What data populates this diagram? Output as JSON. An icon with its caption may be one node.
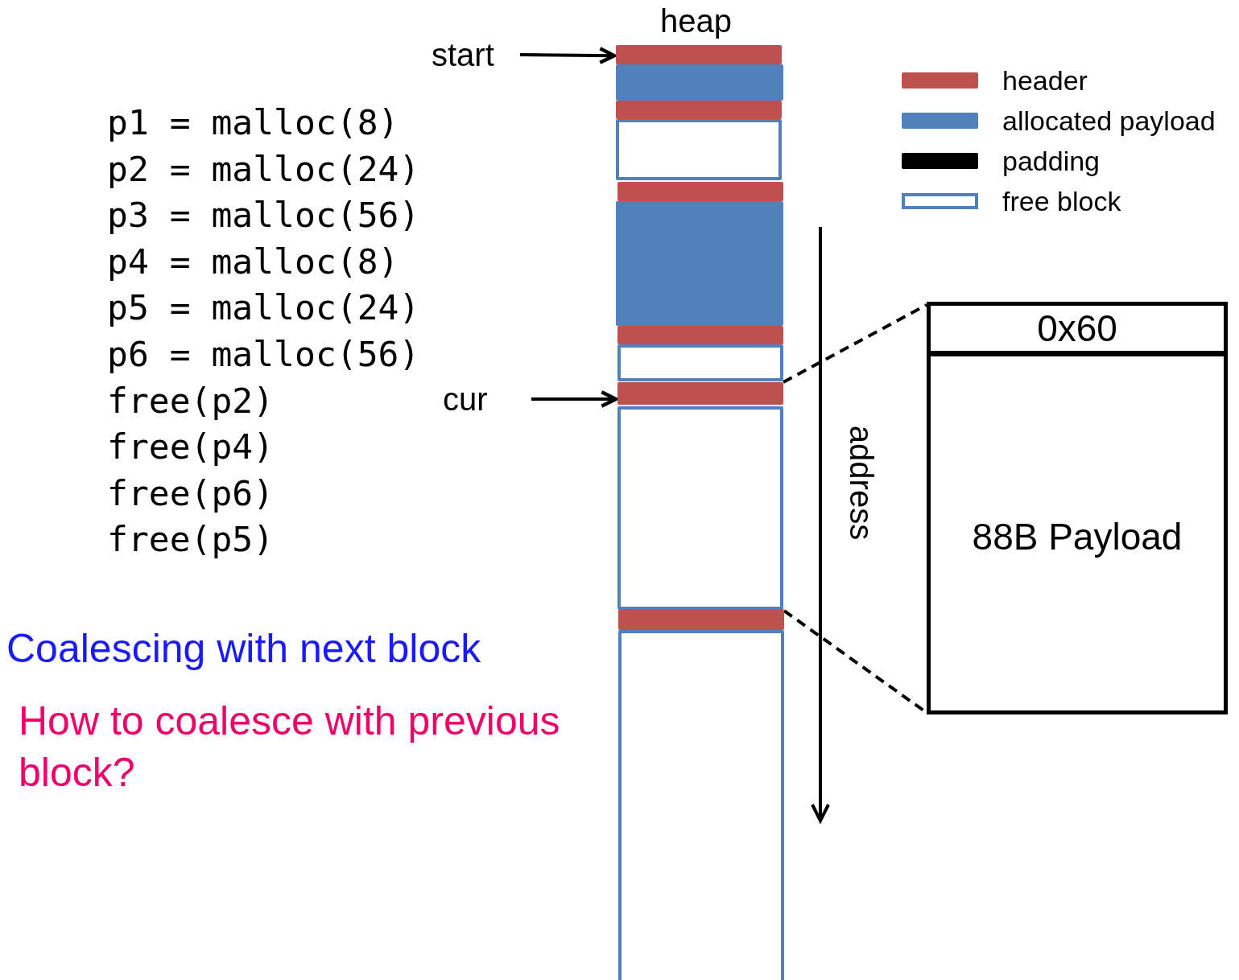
{
  "diagram": {
    "nodes": [
      {
        "text": [
          "start"
        ]
      },
      {
        "text": [
          "cur"
        ]
      },
      {
        "text": [],
        "shape": "bar"
      },
      {
        "text": [],
        "shape": "bar"
      },
      {
        "text": [],
        "shape": "bar"
      },
      {
        "text": [],
        "shape": "box"
      },
      {
        "text": [],
        "shape": "bar"
      },
      {
        "text": [],
        "shape": "bar"
      },
      {
        "text": [],
        "shape": "bar"
      },
      {
        "text": [],
        "shape": "box"
      },
      {
        "text": [],
        "shape": "bar"
      },
      {
        "text": [],
        "shape": "box"
      },
      {
        "text": [],
        "shape": "bar"
      },
      {
        "text": [],
        "shape": "box"
      },
      {
        "text": [
          "0x60"
        ]
      },
      {
        "text": [
          "88B Payload"
        ]
      }
    ],
    "edges": [
      {
        "from": 0,
        "to": 2,
        "arrow": "to"
      },
      {
        "from": 1,
        "to": 10,
        "arrow": "to"
      },
      {
        "from": 10,
        "to": 14,
        "arrow": "none",
        "style": "dashed"
      },
      {
        "from": 12,
        "to": 15,
        "arrow": "none",
        "style": "dashed"
      }
    ],
    "labels": [
      "heap",
      "p1 = malloc(8)",
      "p2 = malloc(24)",
      "p3 = malloc(56)",
      "p4 = malloc(8)",
      "p5 = malloc(24)",
      "p6 = malloc(56)",
      "free(p2)",
      "free(p4)",
      "free(p6)",
      "free(p5)",
      "address",
      "Coalescing with next block",
      "How to coalesce with previous block?"
    ],
    "legend": [
      {
        "text": "header",
        "color": "#c0504d"
      },
      {
        "text": "allocated payload",
        "color": "#4f81bd"
      },
      {
        "text": "padding",
        "color": "#000000"
      },
      {
        "text": "free block"
      }
    ]
  }
}
